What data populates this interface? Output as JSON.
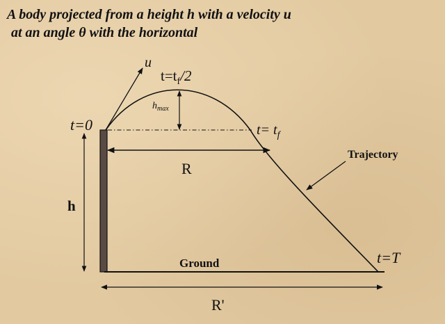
{
  "title": {
    "line1": "A body projected from a height h with a velocity u",
    "line2": "at an angle θ with the horizontal"
  },
  "labels": {
    "u": "u",
    "t_peak_base": "t=t",
    "t_peak_sub": "f",
    "t_peak_tail": "/2",
    "h_max_base": "h",
    "h_max_sub": "max",
    "t0": "t=0",
    "tf_base": "t= t",
    "tf_sub": "f",
    "R": "R",
    "trajectory": "Trajectory",
    "h": "h",
    "ground": "Ground",
    "tT": "t=T",
    "R_prime": "R'"
  }
}
